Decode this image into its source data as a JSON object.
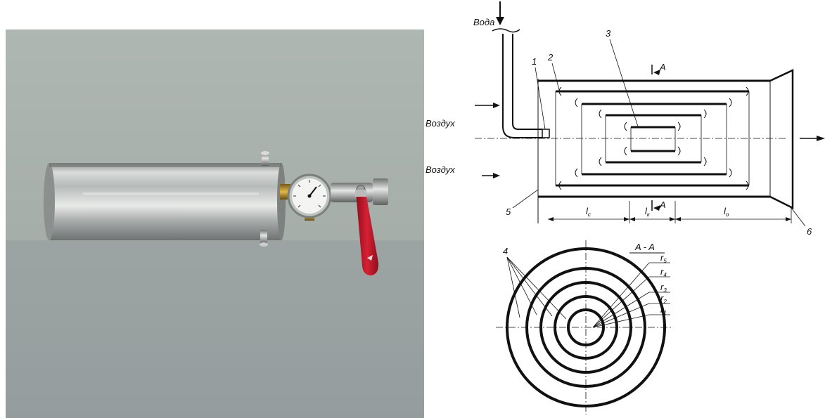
{
  "diagram": {
    "labels": {
      "water": "Вода",
      "air_top": "Воздух",
      "air_bottom": "Воздух",
      "section_top": "A",
      "section_bottom": "A",
      "section_title": "A - A"
    },
    "parts": [
      "1",
      "2",
      "3",
      "4",
      "5",
      "6"
    ],
    "dimensions": [
      {
        "main": "l",
        "sub": "c"
      },
      {
        "main": "l",
        "sub": "к"
      },
      {
        "main": "l",
        "sub": "о"
      }
    ],
    "radii": [
      {
        "main": "r",
        "sub": "5"
      },
      {
        "main": "r",
        "sub": "4"
      },
      {
        "main": "r",
        "sub": "3"
      },
      {
        "main": "r",
        "sub": "2"
      },
      {
        "main": "r",
        "sub": "1"
      }
    ]
  },
  "colors": {
    "background": "#ffffff",
    "ink": "#111111",
    "photo_wall": "#a9b2ad",
    "table": "#8d9396",
    "valve_handle": "#c0182a"
  }
}
